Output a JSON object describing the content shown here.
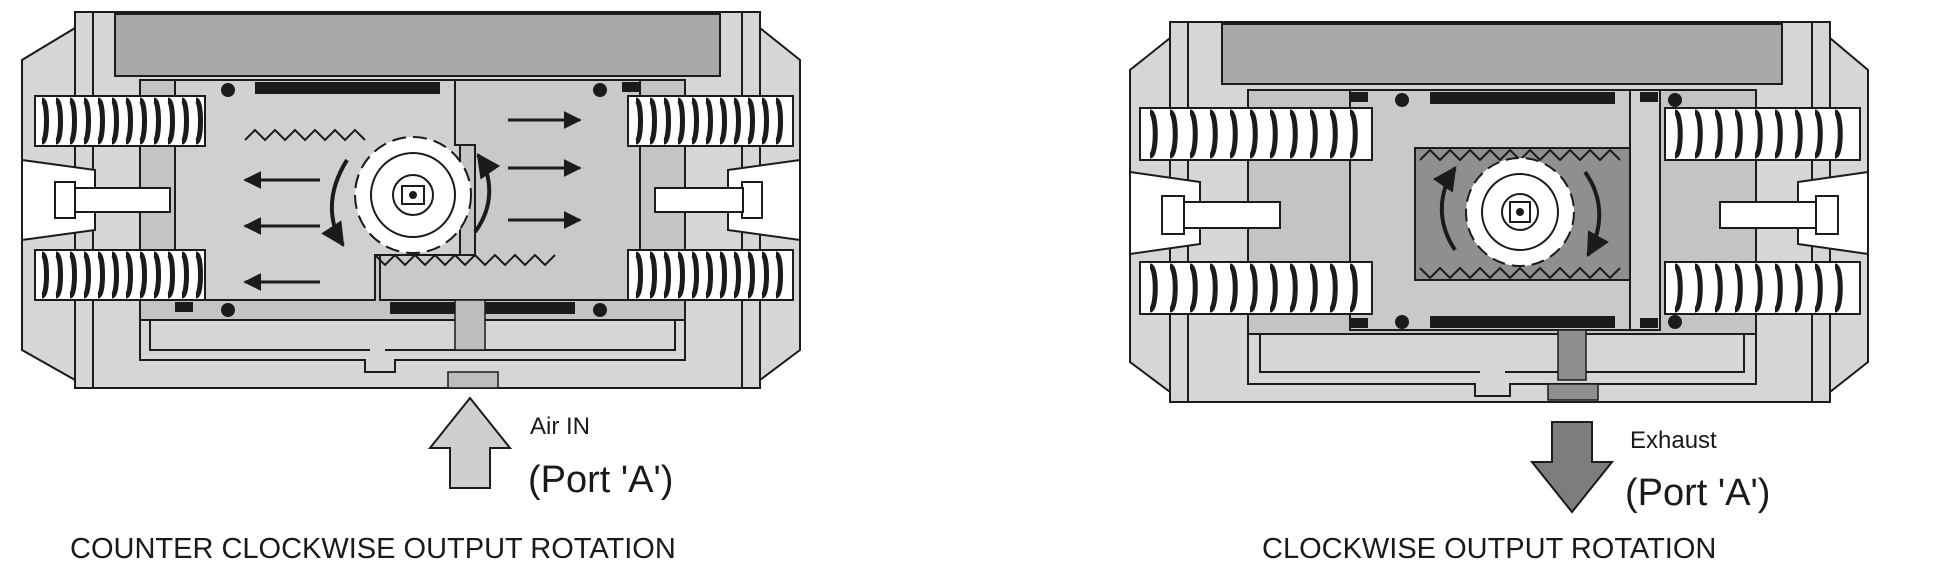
{
  "figure": {
    "colors": {
      "housing": "#d6d6d6",
      "housing_dark": "#a9a9a9",
      "chamber": "#c4c4c4",
      "pinion_chamber": "#8f8f8f",
      "ink": "#1b1b1b",
      "spring_bg": "#ffffff",
      "arrow_air_in": "#cfcfcf",
      "arrow_exhaust": "#7d7d7d"
    },
    "left_panel": {
      "flow_label": "Air IN",
      "port_label": "(Port 'A')",
      "caption": "COUNTER CLOCKWISE OUTPUT ROTATION",
      "pinion_rotation": "counter-clockwise",
      "flow_direction": "in"
    },
    "right_panel": {
      "flow_label": "Exhaust",
      "port_label": "(Port 'A')",
      "caption": "CLOCKWISE OUTPUT ROTATION",
      "pinion_rotation": "clockwise",
      "flow_direction": "out"
    }
  }
}
